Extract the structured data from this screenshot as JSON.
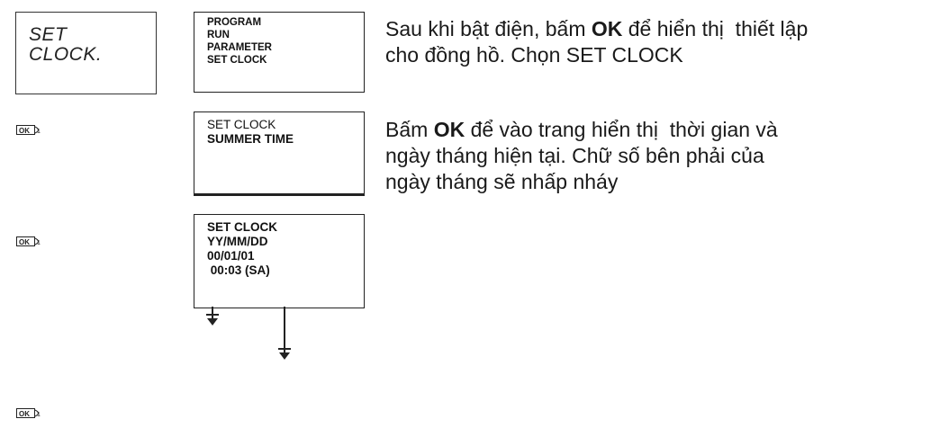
{
  "title_box": {
    "line1": "SET",
    "line2": "CLOCK."
  },
  "menu_screen": {
    "lines": [
      "PROGRAM",
      "RUN",
      "PARAMETER",
      "SET CLOCK"
    ]
  },
  "setclock_screen": {
    "line1": "SET CLOCK",
    "line2": "SUMMER TIME"
  },
  "datetime_screen": {
    "lines": [
      "SET CLOCK",
      "YY/MM/DD",
      "00/01/01",
      " 00:03 (SA)"
    ]
  },
  "ok_button": {
    "label": "OK",
    "sub": "1"
  },
  "step1": {
    "pre": "Sau khi bật điện, bấm ",
    "bold": "OK",
    "post1": " để hiển thị  thiết lập",
    "line2": "cho đồng hồ. Chọn SET CLOCK"
  },
  "step2": {
    "pre": "Bấm ",
    "bold": "OK",
    "post1": " để vào trang hiển thị  thời gian và",
    "line2": "ngày tháng hiện tại. Chữ số bên phải của",
    "line3": "ngày tháng sẽ nhấp nháy"
  }
}
